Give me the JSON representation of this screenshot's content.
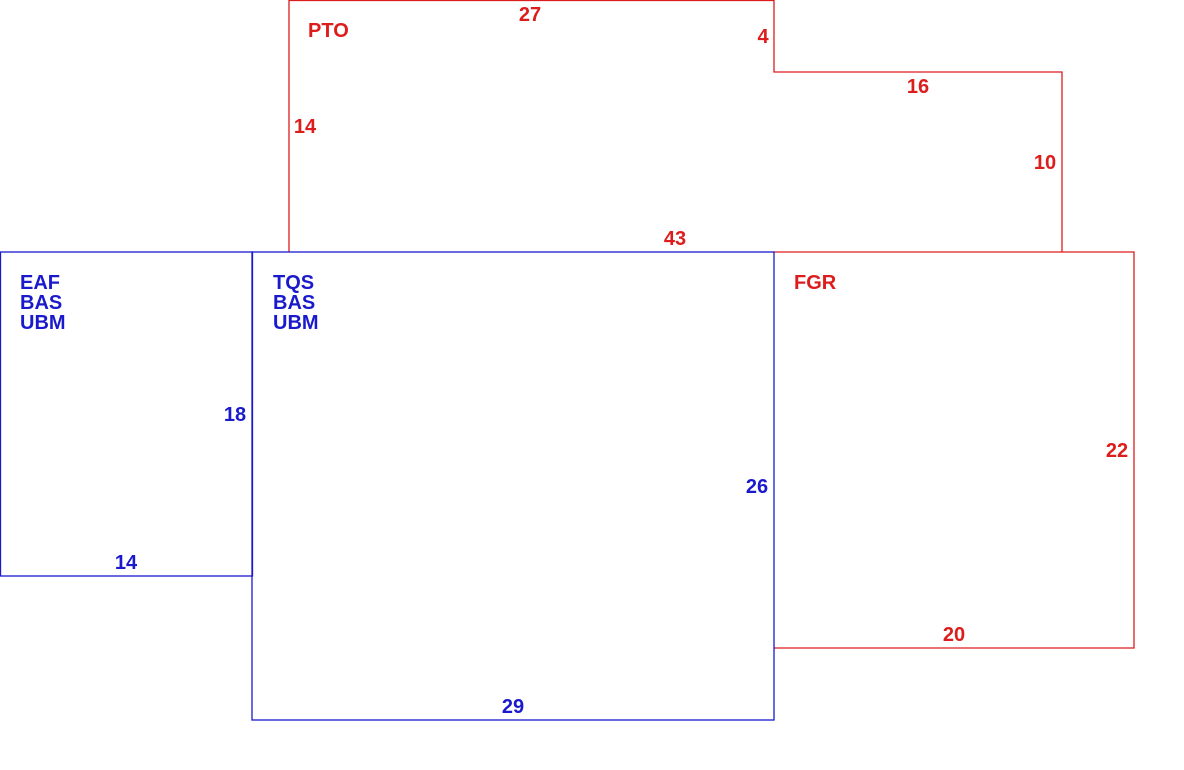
{
  "colors": {
    "red": "#dd1c1c",
    "blue": "#1a1acc"
  },
  "areas": {
    "pto": {
      "codes": [
        "PTO"
      ],
      "dims": {
        "top": "27",
        "step": "4",
        "step_top": "16",
        "right": "10",
        "left": "14",
        "bottom": "43"
      }
    },
    "fgr": {
      "codes": [
        "FGR"
      ],
      "dims": {
        "right": "22",
        "bottom": "20"
      }
    },
    "eaf": {
      "codes": [
        "EAF",
        "BAS",
        "UBM"
      ],
      "dims": {
        "right": "18",
        "bottom": "14"
      }
    },
    "tqs": {
      "codes": [
        "TQS",
        "BAS",
        "UBM"
      ],
      "dims": {
        "right": "26",
        "bottom": "29"
      }
    }
  }
}
